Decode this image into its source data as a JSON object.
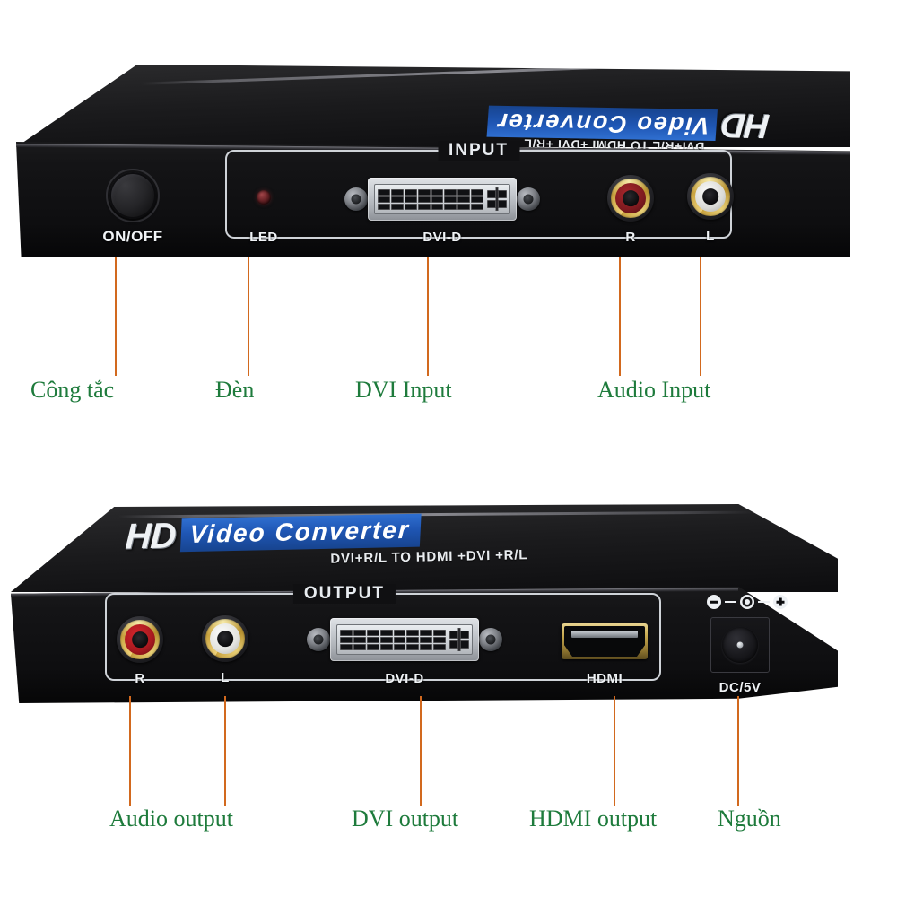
{
  "product": {
    "brand_hd": "HD",
    "brand_name": "Video Converter",
    "brand_subtitle": "DVI+R/L TO HDMI +DVI +R/L"
  },
  "top_device": {
    "panel_label": "INPUT",
    "power_button_label": "ON/OFF",
    "led_label": "LED",
    "dvi_label": "DVI-D",
    "rca_right_label": "R",
    "rca_left_label": "L"
  },
  "bottom_device": {
    "panel_label": "OUTPUT",
    "rca_right_label": "R",
    "rca_left_label": "L",
    "dvi_label": "DVI-D",
    "hdmi_label": "HDMI",
    "dc_label": "DC/5V"
  },
  "top_captions": [
    {
      "text": "Công tắc"
    },
    {
      "text": "Đèn"
    },
    {
      "text": "DVI Input"
    },
    {
      "text": "Audio Input"
    }
  ],
  "bottom_captions": [
    {
      "text": "Audio output"
    },
    {
      "text": "DVI output"
    },
    {
      "text": "HDMI output"
    },
    {
      "text": "Nguồn"
    }
  ],
  "colors": {
    "caption_green": "#1E7B3C",
    "leader_orange": "#D2691E",
    "brand_blue": "#1F56B4",
    "rca_red": "#B4232A",
    "rca_white": "#F2F2F0",
    "background": "#FFFFFF"
  }
}
